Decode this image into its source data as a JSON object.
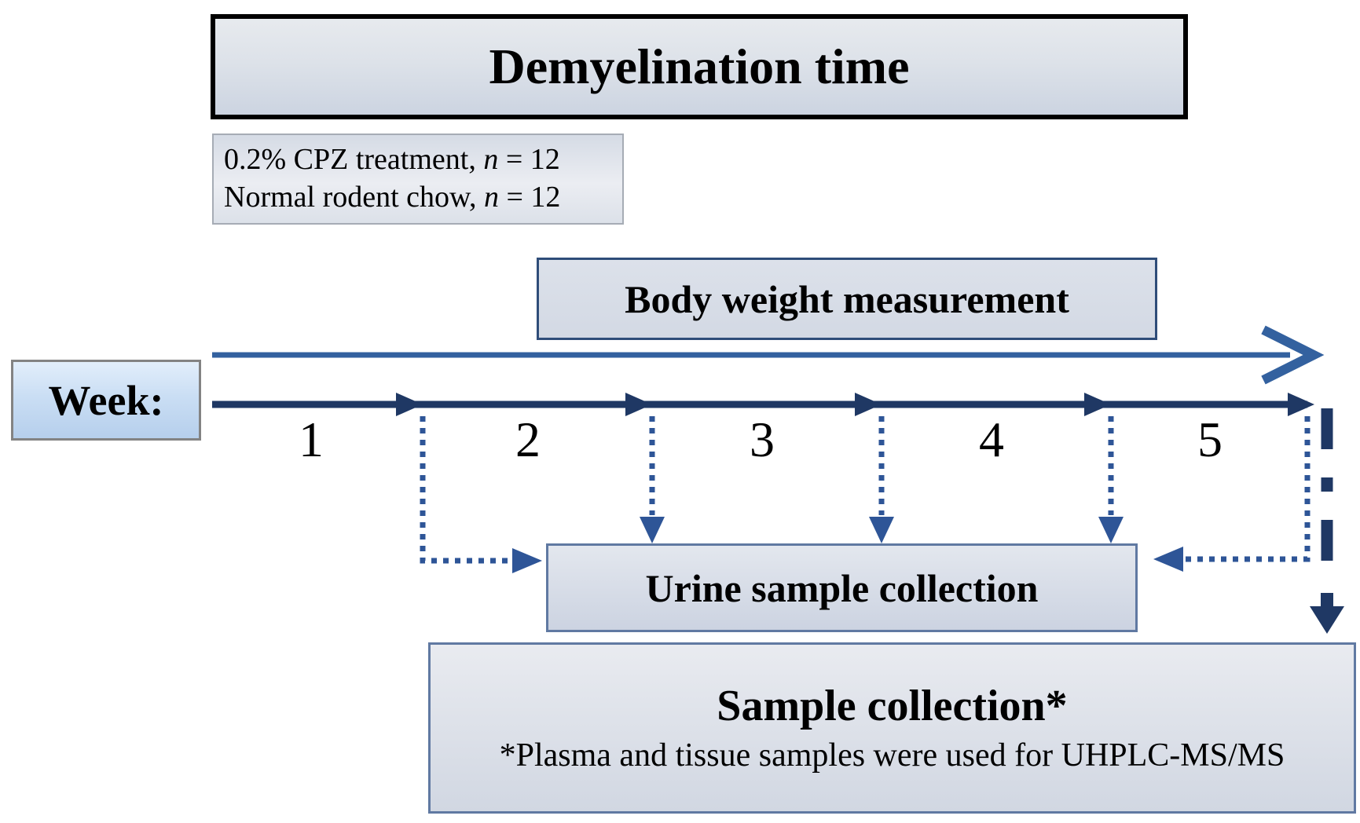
{
  "title_box": {
    "label": "Demyelination time"
  },
  "treatment_box": {
    "line1": {
      "pre": "0.2% CPZ treatment, ",
      "var": "n",
      "post": " = 12"
    },
    "line2": {
      "pre": "Normal rodent chow, ",
      "var": "n",
      "post": " = 12"
    }
  },
  "body_weight_box": {
    "label": "Body weight measurement"
  },
  "week_axis": {
    "label": "Week:",
    "weeks": [
      "1",
      "2",
      "3",
      "4",
      "5"
    ]
  },
  "urine_box": {
    "label": "Urine sample collection"
  },
  "sample_box": {
    "title": "Sample collection*",
    "footnote": "*Plasma and tissue samples were used for UHPLC-MS/MS"
  },
  "colors": {
    "timeline_navy": "#1f3864",
    "accent_blue": "#2e5597",
    "long_arrow_blue": "#33619f"
  }
}
